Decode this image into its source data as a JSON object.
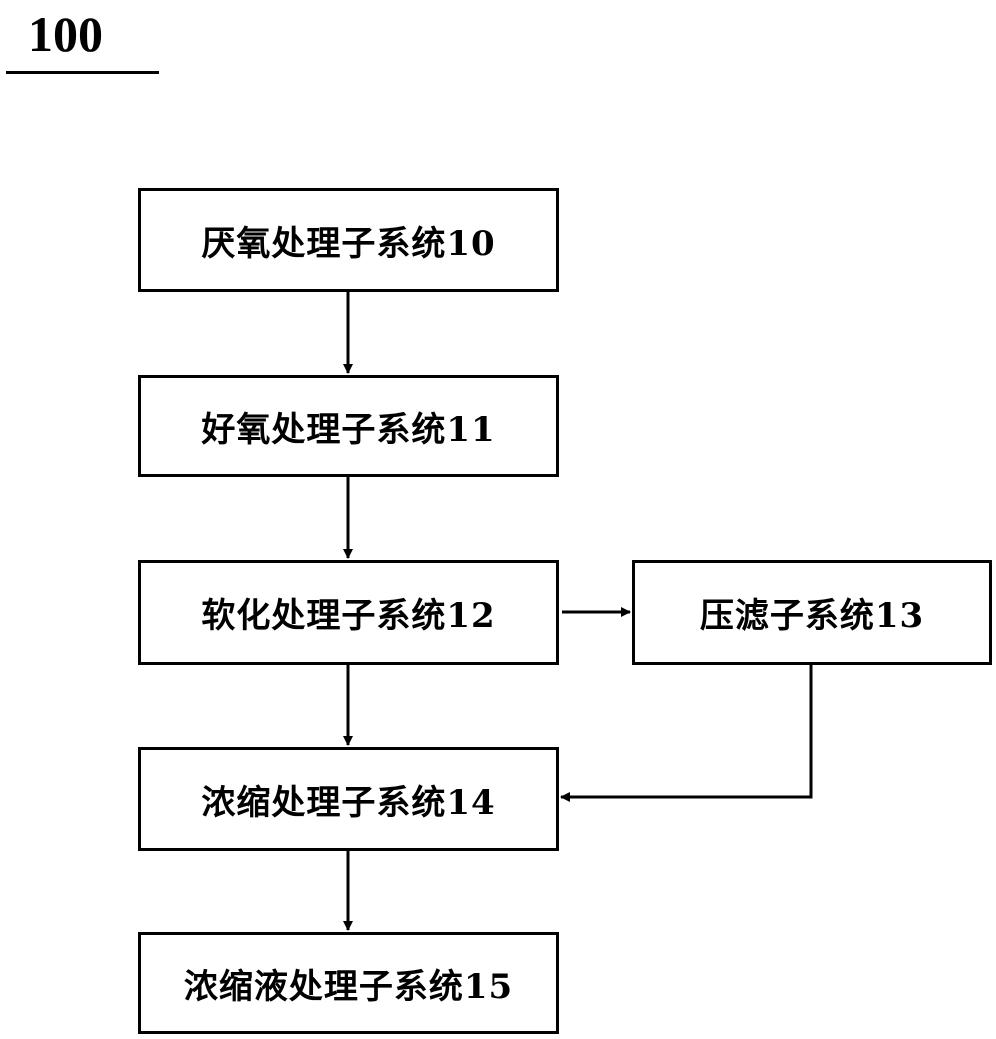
{
  "figure": {
    "reference_numeral": "100"
  },
  "nodes": {
    "anaerobic": {
      "label": "厌氧处理子系统10"
    },
    "aerobic": {
      "label": "好氧处理子系统11"
    },
    "softening": {
      "label": "软化处理子系统12"
    },
    "filter_press": {
      "label": "压滤子系统13"
    },
    "concentration": {
      "label": "浓缩处理子系统14"
    },
    "concentrate_treatment": {
      "label": "浓缩液处理子系统15"
    }
  },
  "edges": [
    {
      "from": "anaerobic",
      "to": "aerobic"
    },
    {
      "from": "aerobic",
      "to": "softening"
    },
    {
      "from": "softening",
      "to": "filter_press"
    },
    {
      "from": "softening",
      "to": "concentration"
    },
    {
      "from": "filter_press",
      "to": "concentration"
    },
    {
      "from": "concentration",
      "to": "concentrate_treatment"
    }
  ]
}
